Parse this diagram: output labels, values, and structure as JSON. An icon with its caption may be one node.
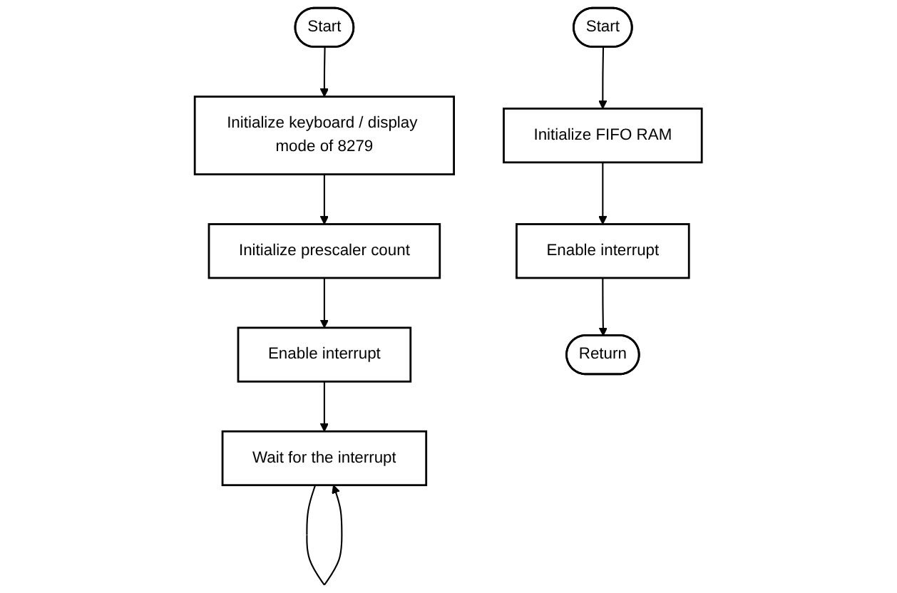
{
  "diagram": {
    "nodes": [
      {
        "text": [
          "Start"
        ]
      },
      {
        "text": [
          "Initialize keyboard / display mode of 8279"
        ]
      },
      {
        "text": [
          "Initialize prescaler count"
        ]
      },
      {
        "text": [
          "Enable interrupt"
        ]
      },
      {
        "text": [
          "Wait for the interrupt"
        ]
      },
      {
        "text": [
          "Start"
        ]
      },
      {
        "text": [
          "Initialize FIFO RAM"
        ]
      },
      {
        "text": [
          "Enable interrupt"
        ]
      },
      {
        "text": [
          "Return"
        ]
      }
    ],
    "edges": [
      {
        "from": 0,
        "to": 1,
        "arrow": "to"
      },
      {
        "from": 1,
        "to": 2,
        "arrow": "to"
      },
      {
        "from": 2,
        "to": 3,
        "arrow": "to"
      },
      {
        "from": 3,
        "to": 4,
        "arrow": "to"
      },
      {
        "from": 4,
        "to": 4,
        "arrow": "to"
      },
      {
        "from": 5,
        "to": 6,
        "arrow": "to"
      },
      {
        "from": 6,
        "to": 7,
        "arrow": "to"
      },
      {
        "from": 7,
        "to": 8,
        "arrow": "to"
      }
    ]
  }
}
